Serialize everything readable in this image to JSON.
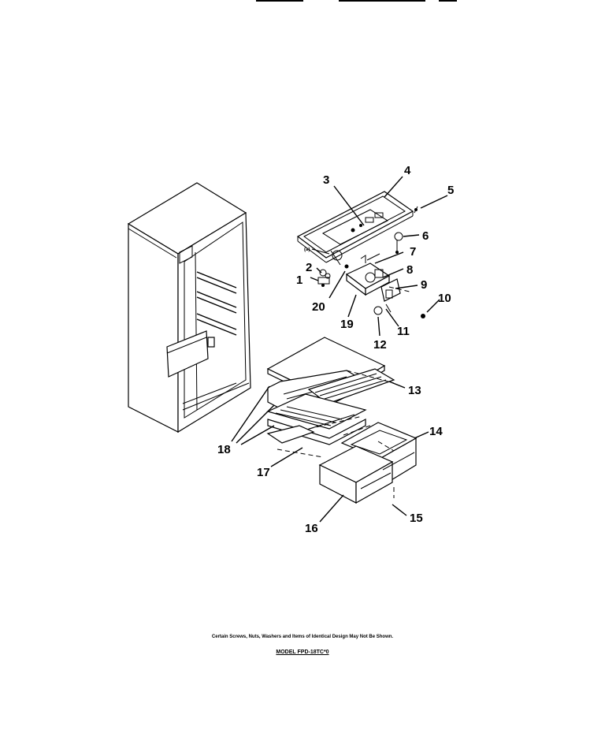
{
  "parts": [
    {
      "n": "1"
    },
    {
      "n": "2"
    },
    {
      "n": "3"
    },
    {
      "n": "4"
    },
    {
      "n": "5"
    },
    {
      "n": "6"
    },
    {
      "n": "7"
    },
    {
      "n": "8"
    },
    {
      "n": "9"
    },
    {
      "n": "10"
    },
    {
      "n": "11"
    },
    {
      "n": "12"
    },
    {
      "n": "13"
    },
    {
      "n": "14"
    },
    {
      "n": "15"
    },
    {
      "n": "16"
    },
    {
      "n": "17"
    },
    {
      "n": "18"
    },
    {
      "n": "19"
    },
    {
      "n": "20"
    }
  ],
  "sub_label": "(a)",
  "footer": {
    "disclaimer": "Certain Screws, Nuts, Washers and Items of Identical Design May Not Be Shown.",
    "model": "MODEL FPD-18TC*0"
  }
}
